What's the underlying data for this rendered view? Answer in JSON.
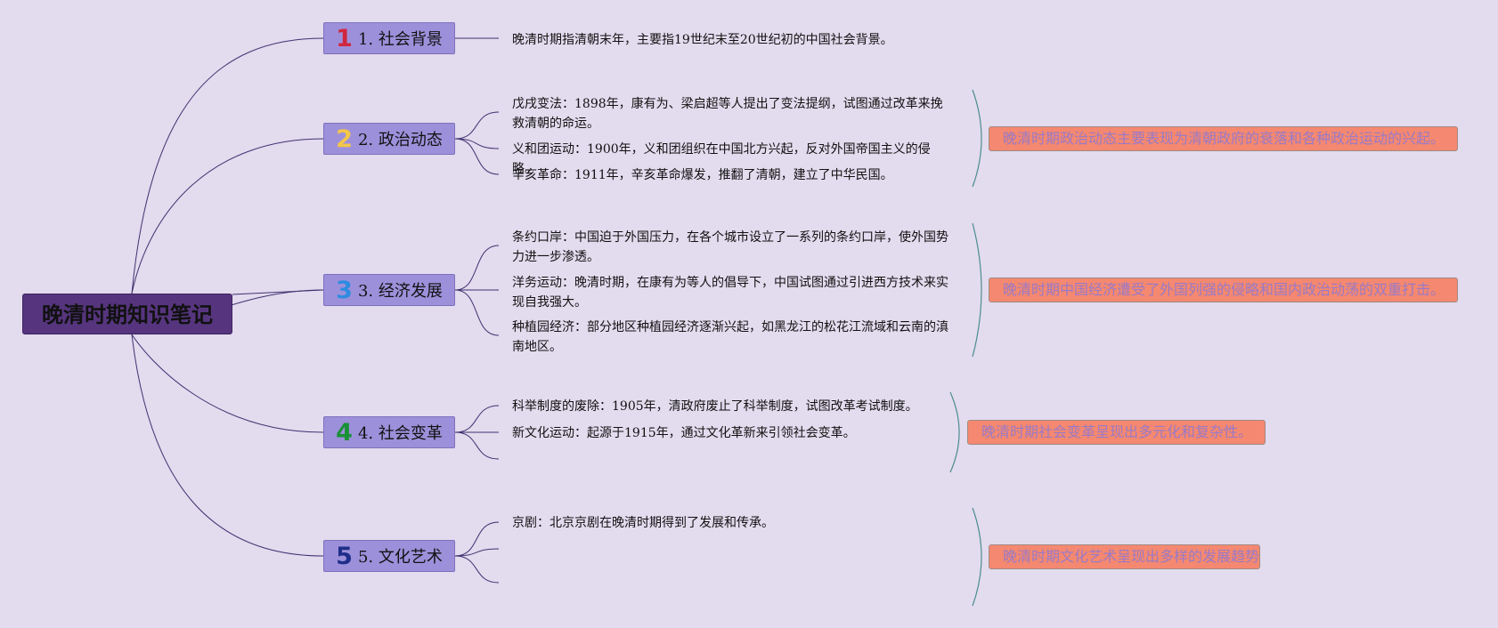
{
  "root": {
    "title": "晚清时期知识笔记"
  },
  "colors": {
    "badge1": "#d0273e",
    "badge2": "#f3c64a",
    "badge3": "#2e8ce0",
    "badge4": "#199136",
    "badge5": "#1f2e8a"
  },
  "topics": [
    {
      "badge": "1",
      "label": "1. 社会背景",
      "notes": [
        "晚清时期指清朝末年，主要指19世纪末至20世纪初的中国社会背景。"
      ]
    },
    {
      "badge": "2",
      "label": "2. 政治动态",
      "notes": [
        "戊戌变法：1898年，康有为、梁启超等人提出了变法提纲，试图通过改革来挽救清朝的命运。",
        "义和团运动：1900年，义和团组织在中国北方兴起，反对外国帝国主义的侵略。",
        "辛亥革命：1911年，辛亥革命爆发，推翻了清朝，建立了中华民国。"
      ],
      "summary": "晚清时期政治动态主要表现为清朝政府的衰落和各种政治运动的兴起。"
    },
    {
      "badge": "3",
      "label": "3. 经济发展",
      "notes": [
        "条约口岸：中国迫于外国压力，在各个城市设立了一系列的条约口岸，使外国势力进一步渗透。",
        "洋务运动：晚清时期，在康有为等人的倡导下，中国试图通过引进西方技术来实现自我强大。",
        "种植园经济：部分地区种植园经济逐渐兴起，如黑龙江的松花江流域和云南的滇南地区。"
      ],
      "summary": "晚清时期中国经济遭受了外国列强的侵略和国内政治动荡的双重打击。"
    },
    {
      "badge": "4",
      "label": "4. 社会变革",
      "notes": [
        "科举制度的废除：1905年，清政府废止了科举制度，试图改革考试制度。",
        "新文化运动：起源于1915年，通过文化革新来引领社会变革。"
      ],
      "summary": "晚清时期社会变革呈现出多元化和复杂性。"
    },
    {
      "badge": "5",
      "label": "5. 文化艺术",
      "notes": [
        "京剧：北京京剧在晚清时期得到了发展和传承。"
      ],
      "summary": "晚清时期文化艺术呈现出多样的发展趋势。"
    }
  ]
}
